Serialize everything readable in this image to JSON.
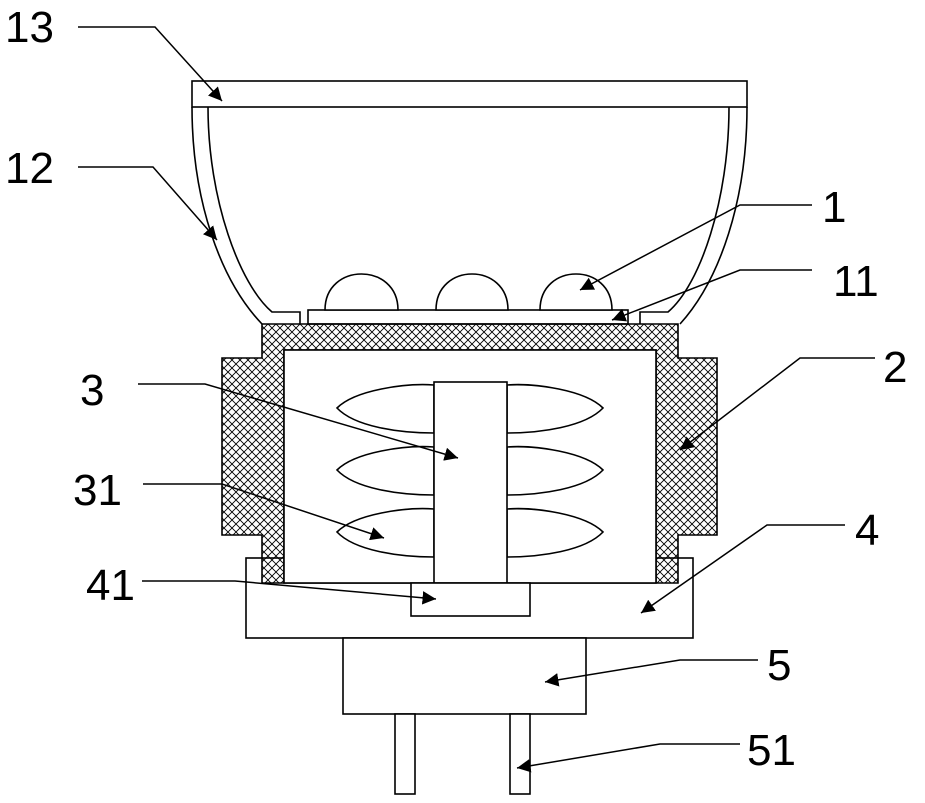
{
  "callouts": {
    "c13": "13",
    "c12": "12",
    "c1": "1",
    "c11": "11",
    "c2": "2",
    "c3": "3",
    "c31": "31",
    "c4": "4",
    "c41": "41",
    "c5": "5",
    "c51": "51"
  },
  "colors": {
    "line": "#000000",
    "background": "#ffffff"
  }
}
